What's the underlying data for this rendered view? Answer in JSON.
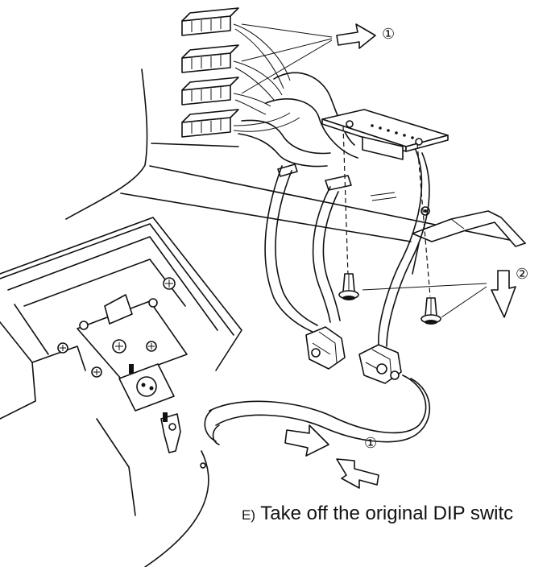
{
  "labels": {
    "step1_top": "①",
    "step2": "②",
    "step1_bottom": "①",
    "caption_prefix": "E)",
    "caption_text": " Take off the original DIP switc"
  }
}
